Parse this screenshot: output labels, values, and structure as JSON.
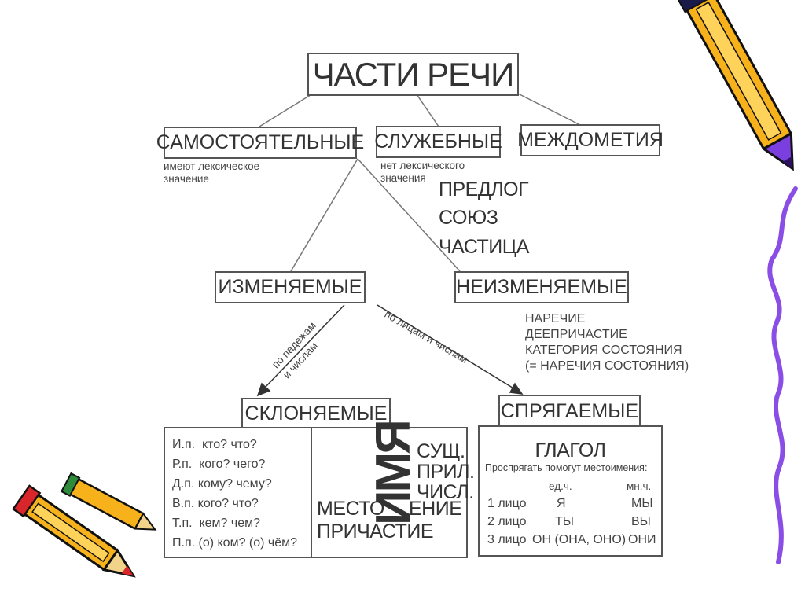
{
  "title": "ЧАСТИ РЕЧИ",
  "level1": {
    "independent": {
      "label": "САМОСТОЯТЕЛЬНЫЕ",
      "note_line1": "имеют лексическое",
      "note_line2": "значение"
    },
    "auxiliary": {
      "label": "СЛУЖЕБНЫЕ",
      "note_line1": "нет лексического",
      "note_line2": "значения",
      "items": [
        "ПРЕДЛОГ",
        "СОЮЗ",
        "ЧАСТИЦА"
      ]
    },
    "interjections": {
      "label": "МЕЖДОМЕТИЯ"
    }
  },
  "level2": {
    "changeable": {
      "label": "ИЗМЕНЯЕМЫЕ"
    },
    "unchangeable": {
      "label": "НЕИЗМЕНЯЕМЫЕ",
      "items": [
        "НАРЕЧИЕ",
        "ДЕЕПРИЧАСТИЕ",
        "КАТЕГОРИЯ СОСТОЯНИЯ",
        "(= НАРЕЧИЯ СОСТОЯНИЯ)"
      ]
    }
  },
  "arrows": {
    "cases_line1": "по падежам",
    "cases_line2": "и числам",
    "persons": "по лицам и числам"
  },
  "level3": {
    "declinable": {
      "label": "СКЛОНЯЕМЫЕ",
      "cases": [
        "И.п.  кто? что?",
        "Р.п.  кого? чего?",
        "Д.п. кому? чему?",
        "В.п. кого? что?",
        "Т.п.  кем? чем?",
        "П.п. (о) ком? (о) чём?"
      ],
      "name_vertical": "ИМЯ",
      "name_items": [
        "СУЩ.",
        "ПРИЛ.",
        "ЧИСЛ."
      ],
      "pronoun_left": "МЕСТО",
      "pronoun_right": "ЕНИЕ",
      "participle": "ПРИЧАСТИЕ"
    },
    "conjugable": {
      "label": "СПРЯГАЕМЫЕ",
      "verb": "ГЛАГОЛ",
      "hint": "Проспрягать помогут местоимения:",
      "col_singular": "ед.ч.",
      "col_plural": "мн.ч.",
      "rows": [
        {
          "person": "1 лицо",
          "singular": "Я",
          "plural": "МЫ"
        },
        {
          "person": "2 лицо",
          "singular": "ТЫ",
          "plural": "ВЫ"
        },
        {
          "person": "3 лицо",
          "singular": "ОН (ОНА, ОНО)",
          "plural": "ОНИ"
        }
      ]
    }
  },
  "colors": {
    "line": "#666666",
    "pencil_yellow": "#f7b21b",
    "pencil_purple": "#7b3fe0",
    "squiggle": "#8a4ee6"
  },
  "icons": [
    "pencil-icon",
    "pencil-pair-icon",
    "purple-squiggle"
  ]
}
